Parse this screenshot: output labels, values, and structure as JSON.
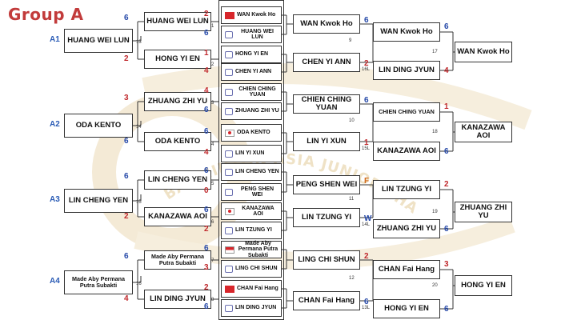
{
  "title": "Group A",
  "watermark": "BADMINTON ASIA JUNIOR CHAMPIONSHIPS",
  "colors": {
    "title": "#c23b3b",
    "seed": "#2a5bb5",
    "red": "#c0282c",
    "blue": "#2548a8",
    "orange": "#d26a1a",
    "watermark": "#f1e6cf"
  },
  "r1": [
    {
      "seed": "A1",
      "name": "HUANG WEI LUN",
      "match": "13"
    },
    {
      "seed": "A2",
      "name": "ODA KENTO",
      "match": "14"
    },
    {
      "seed": "A3",
      "name": "LIN CHENG YEN",
      "match": "15"
    },
    {
      "seed": "A4",
      "name": "Made Aby Permana Putra Subakti",
      "match": "16"
    }
  ],
  "r2": [
    {
      "name": "HUANG WEI LUN",
      "score": "6",
      "score_color": "blue"
    },
    {
      "name": "HONG YI EN",
      "score": "2",
      "score_color": "red"
    },
    {
      "name": "ZHUANG ZHI YU",
      "score": "3",
      "score_color": "red"
    },
    {
      "name": "ODA KENTO",
      "score": "6",
      "score_color": "blue"
    },
    {
      "name": "LIN CHENG YEN",
      "score": "6",
      "score_color": "blue"
    },
    {
      "name": "KANAZAWA AOI",
      "score": "2",
      "score_color": "red"
    },
    {
      "name": "Made Aby Permana Putra Subakti",
      "score": "6",
      "score_color": "blue"
    },
    {
      "name": "LIN DING JYUN",
      "score": "4",
      "score_color": "red"
    }
  ],
  "r3_scores": [
    {
      "value": "2",
      "color": "red"
    },
    {
      "value": "6",
      "color": "blue"
    },
    {
      "value": "1",
      "color": "red"
    },
    {
      "value": "4",
      "color": "red"
    },
    {
      "value": "4",
      "color": "red"
    },
    {
      "value": "6",
      "color": "blue"
    },
    {
      "value": "6",
      "color": "blue"
    },
    {
      "value": "4",
      "color": "red"
    },
    {
      "value": "6",
      "color": "blue"
    },
    {
      "value": "0",
      "color": "red"
    },
    {
      "value": "6",
      "color": "blue"
    },
    {
      "value": "2",
      "color": "red"
    },
    {
      "value": "6",
      "color": "blue"
    },
    {
      "value": "3",
      "color": "red"
    },
    {
      "value": "2",
      "color": "red"
    },
    {
      "value": "6",
      "color": "blue"
    }
  ],
  "r3_small": [
    "1",
    "2",
    "3",
    "4",
    "5",
    "6",
    "7",
    "8"
  ],
  "r3": [
    {
      "name": "WAN Kwok Ho",
      "flag": "hk"
    },
    {
      "name": "HUANG WEI LUN",
      "flag": "tpe"
    },
    {
      "name": "HONG YI EN",
      "flag": "tpe"
    },
    {
      "name": "CHEN YI ANN",
      "flag": "tpe"
    },
    {
      "name": "CHIEN CHING YUAN",
      "flag": "tpe"
    },
    {
      "name": "ZHUANG ZHI YU",
      "flag": "tpe"
    },
    {
      "name": "ODA KENTO",
      "flag": "jp"
    },
    {
      "name": "LIN YI XUN",
      "flag": "tpe"
    },
    {
      "name": "LIN CHENG YEN",
      "flag": "tpe"
    },
    {
      "name": "PENG SHEN WEI",
      "flag": "tpe"
    },
    {
      "name": "KANAZAWA AOI",
      "flag": "jp"
    },
    {
      "name": "LIN TZUNG YI",
      "flag": "tpe"
    },
    {
      "name": "Made Aby Permana Putra Subakti",
      "flag": "ina"
    },
    {
      "name": "LING CHI SHUN",
      "flag": "tpe"
    },
    {
      "name": "CHAN Fai Hang",
      "flag": "hk"
    },
    {
      "name": "LIN DING JYUN",
      "flag": "tpe"
    }
  ],
  "r4": [
    {
      "name": "WAN Kwok Ho",
      "score": "6",
      "score_color": "blue",
      "match": "9"
    },
    {
      "name": "CHEN YI ANN",
      "score": "2",
      "score_color": "red",
      "match": "16L"
    },
    {
      "name": "CHIEN  CHING YUAN",
      "score": "6",
      "score_color": "blue",
      "match": "10"
    },
    {
      "name": "LIN YI XUN",
      "score": "1",
      "score_color": "red",
      "match": "15L"
    },
    {
      "name": "PENG SHEN WEI",
      "score": "F",
      "score_color": "orange",
      "match": "11"
    },
    {
      "name": "LIN TZUNG YI",
      "score": "W",
      "score_color": "blue",
      "match": "14L"
    },
    {
      "name": "LING CHI SHUN",
      "score": "2",
      "score_color": "red",
      "match": "12"
    },
    {
      "name": "CHAN Fai Hang",
      "score": "6",
      "score_color": "blue",
      "match": "13L"
    }
  ],
  "r5": [
    {
      "name": "WAN Kwok Ho",
      "score": "6",
      "score_color": "blue"
    },
    {
      "name": "LIN DING JYUN",
      "score": "4",
      "score_color": "red"
    },
    {
      "name": "CHIEN CHING YUAN",
      "score": "1",
      "score_color": "red"
    },
    {
      "name": "KANAZAWA AOI",
      "score": "6",
      "score_color": "blue"
    },
    {
      "name": "LIN TZUNG YI",
      "score": "2",
      "score_color": "red"
    },
    {
      "name": "ZHUANG ZHI YU",
      "score": "6",
      "score_color": "blue"
    },
    {
      "name": "CHAN Fai Hang",
      "score": "3",
      "score_color": "red"
    },
    {
      "name": "HONG YI EN",
      "score": "6",
      "score_color": "blue"
    }
  ],
  "r6": [
    {
      "name": "WAN Kwok Ho",
      "match": "17"
    },
    {
      "name": "KANAZAWA AOI",
      "match": "18"
    },
    {
      "name": "ZHUANG ZHI YU",
      "match": "19"
    },
    {
      "name": "HONG YI EN",
      "match": "20"
    }
  ]
}
